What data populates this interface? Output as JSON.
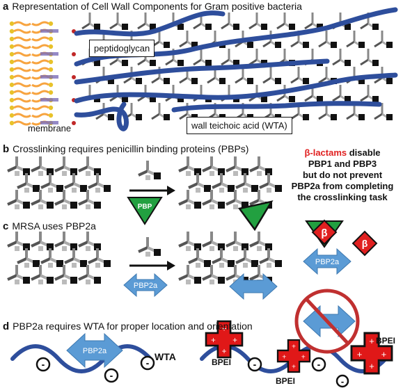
{
  "panels": {
    "a": {
      "letter": "a",
      "title": "Representation of Cell Wall Components for Gram positive bacteria"
    },
    "b": {
      "letter": "b",
      "title": "Crosslinking requires penicillin binding proteins (PBPs)"
    },
    "c": {
      "letter": "c",
      "title": "MRSA uses PBP2a"
    },
    "d": {
      "letter": "d",
      "title": "PBP2a requires WTA for proper location and orientation"
    }
  },
  "labels": {
    "peptidoglycan": "peptidoglycan",
    "membrane": "membrane",
    "wta_box": "wall teichoic acid (WTA)",
    "pbp": "PBP",
    "pbp2a": "PBP2a",
    "beta": "β",
    "minus": "-",
    "plus": "+",
    "wta": "WTA",
    "bpei": "BPEI"
  },
  "beta_note": {
    "line1_red": "β-lactams",
    "line1_rest": " disable",
    "line2": "PBP1 and PBP3",
    "line3": "but do not prevent",
    "line4": "PBP2a from completing",
    "line5": "the crosslinking task"
  },
  "colors": {
    "wta_blue": "#2e4e9c",
    "pbp2a_blue": "#5b9bd5",
    "pbp_green": "#22a040",
    "beta_red": "#e02020",
    "bpei_red": "#e01818",
    "lipid_orange": "#f7a440",
    "lipid_head": "#e8c22a",
    "prohibit_red": "#c03030"
  }
}
